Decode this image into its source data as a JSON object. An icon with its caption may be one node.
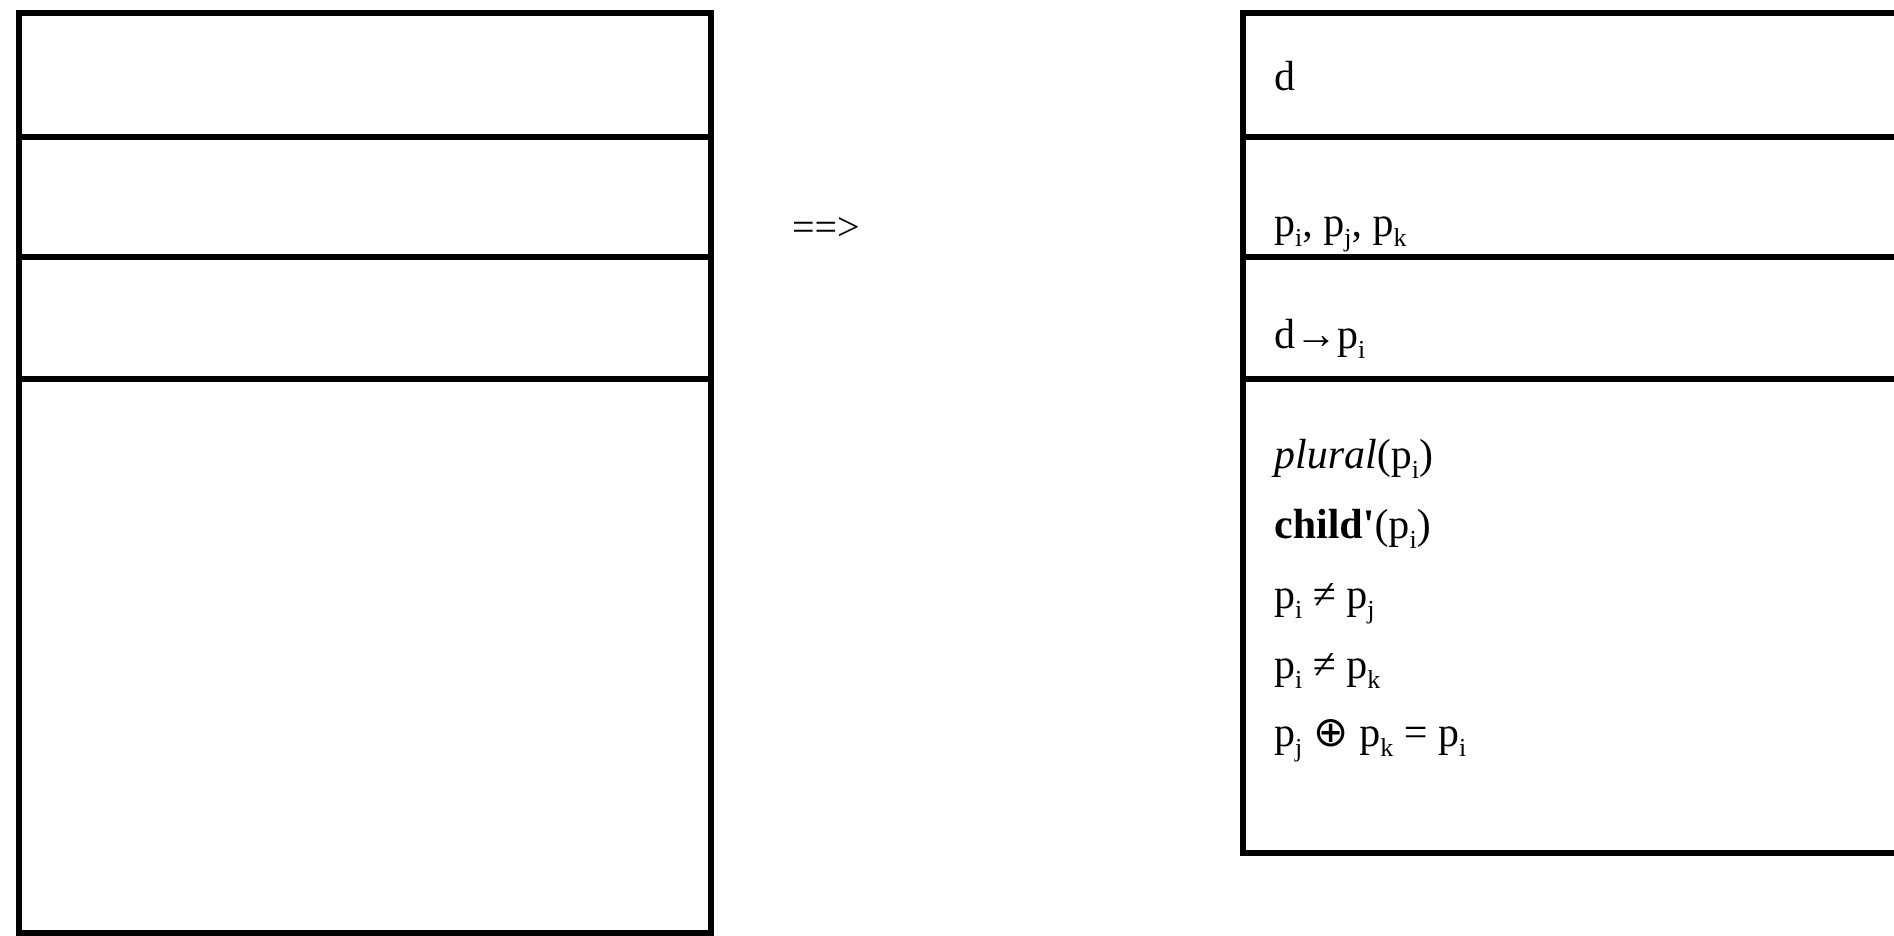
{
  "diagram": {
    "nodes": [
      {
        "text": [],
        "shape": "box"
      },
      {
        "text": [],
        "shape": "box"
      },
      {
        "text": [],
        "shape": "box"
      },
      {
        "text": [],
        "shape": "box"
      },
      {
        "text": [
          "d"
        ]
      },
      {
        "text": [
          "p$_{i}$, p$_{j}$, p$_{k}$"
        ]
      },
      {
        "text": [
          "d→p$_{i}$"
        ]
      },
      {
        "text": [
          "*plural*(p$_{i}$)",
          "**child'**(p$_{i}$)",
          "p$_{i}$ ≠ p$_{j}$",
          "p$_{i}$ ≠ p$_{k}$",
          "p$_{j}$ ⊕ p$_{k}$ = p$_{i}$"
        ]
      }
    ],
    "labels": [
      "==>"
    ]
  }
}
